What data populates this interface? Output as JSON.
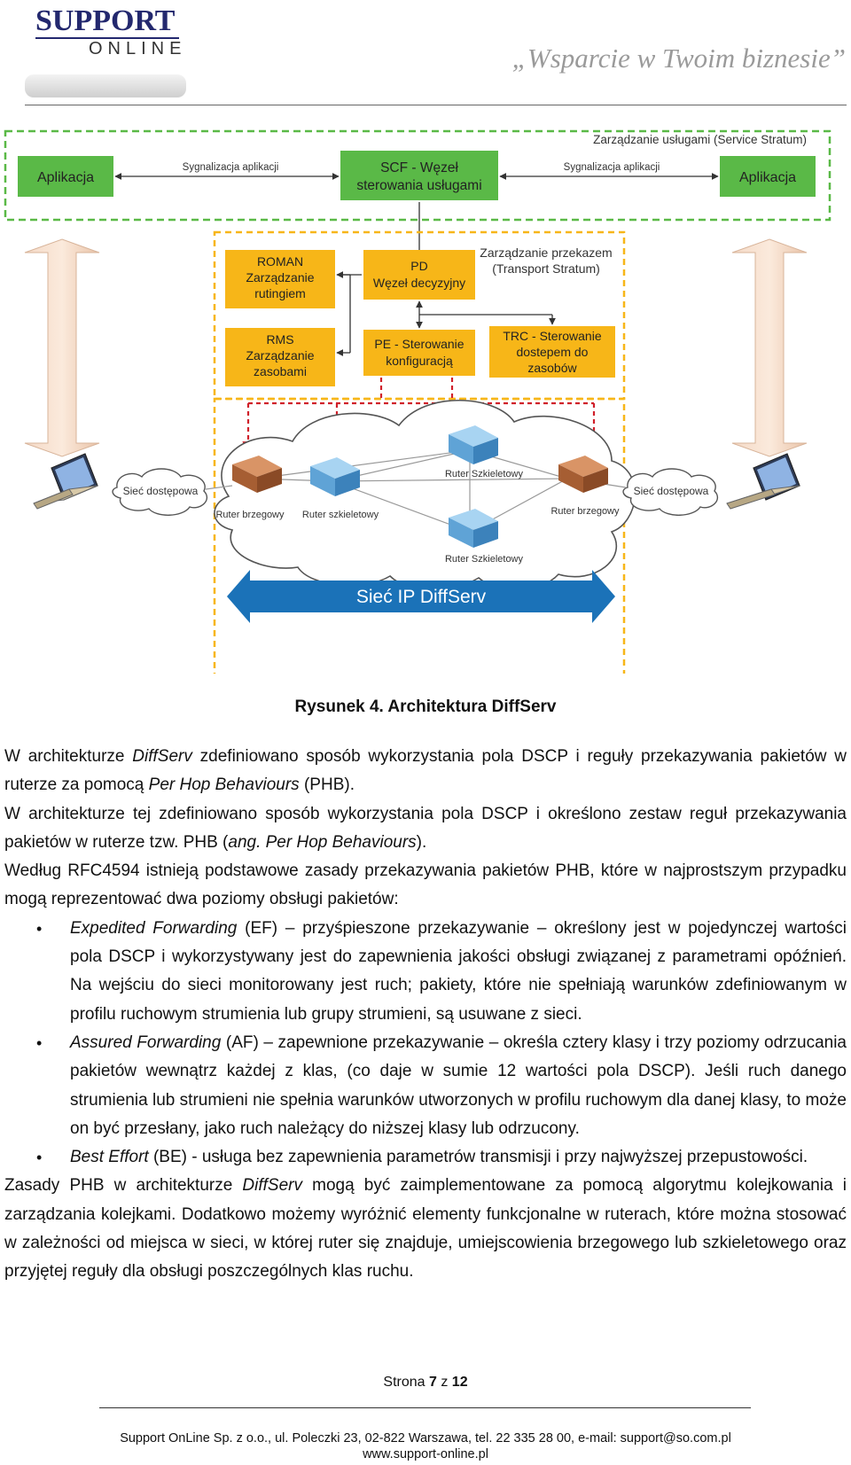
{
  "header": {
    "logo_word1": "SUPPORT",
    "logo_word2": "ONLINE",
    "slogan": "„Wsparcie w Twoim biznesie”"
  },
  "diagram": {
    "service_stratum": "Zarządzanie usługami (Service Stratum)",
    "app_left": "Aplikacja",
    "app_right": "Aplikacja",
    "signal_left": "Sygnalizacja aplikacji",
    "signal_right": "Sygnalizacja aplikacji",
    "scf_line1": "SCF - Węzeł",
    "scf_line2": "sterowania usługami",
    "transport_line1": "Zarządzanie przekazem",
    "transport_line2": "(Transport Stratum)",
    "roman_line1": "ROMAN",
    "roman_line2": "Zarządzanie",
    "roman_line3": "rutingiem",
    "pd_line1": "PD",
    "pd_line2": "Węzeł decyzyjny",
    "rms_line1": "RMS",
    "rms_line2": "Zarządzanie",
    "rms_line3": "zasobami",
    "pe_line1": "PE - Sterowanie",
    "pe_line2": "konfiguracją",
    "trc_line1": "TRC - Sterowanie",
    "trc_line2": "dostepem do",
    "trc_line3": "zasobów",
    "access_left": "Sieć dostępowa",
    "access_right": "Sieć dostępowa",
    "edge_left": "Ruter brzegowy",
    "edge_right": "Ruter brzegowy",
    "core_left": "Ruter szkieletowy",
    "core_top": "Ruter Szkieletowy",
    "core_bottom": "Ruter Szkieletowy",
    "network": "Sieć IP DiffServ"
  },
  "caption": "Rysunek 4. Architektura DiffServ",
  "body": {
    "p1_a": "W architekturze ",
    "p1_b": "DiffServ",
    "p1_c": " zdefiniowano sposób wykorzystania pola DSCP i reguły przekazywania pakietów w ruterze za pomocą ",
    "p1_d": "Per Hop Behaviours",
    "p1_e": " (PHB).",
    "p2_a": "W architekturze tej zdefiniowano sposób wykorzystania pola DSCP i określono zestaw reguł przekazywania pakietów w ruterze tzw. PHB (",
    "p2_b": "ang. Per Hop Behaviours",
    "p2_c": ").",
    "p3": "Według RFC4594 istnieją podstawowe zasady przekazywania pakietów PHB, które w najprostszym przypadku mogą reprezentować dwa poziomy obsługi pakietów:",
    "b1_a": "Expedited Forwarding",
    "b1_b": " (EF) – przyśpieszone przekazywanie – określony jest w pojedynczej wartości pola DSCP i wykorzystywany jest do zapewnienia jakości obsługi związanej z parametrami opóźnień. Na wejściu do sieci monitorowany jest ruch; pakiety, które nie spełniają warunków zdefiniowanym w profilu ruchowym strumienia lub grupy strumieni, są usuwane z sieci.",
    "b2_a": "Assured Forwarding",
    "b2_b": " (AF) – zapewnione przekazywanie – określa cztery klasy i trzy poziomy odrzucania pakietów wewnątrz każdej z klas, (co daje w sumie 12 wartości pola DSCP). Jeśli ruch danego strumienia lub strumieni nie spełnia warunków utworzonych w profilu ruchowym dla danej klasy, to może on być przesłany, jako ruch należący do niższej klasy lub odrzucony.",
    "b3_a": "Best Effort",
    "b3_b": " (BE) - usługa bez zapewnienia parametrów transmisji i przy najwyższej przepustowości.",
    "p4_a": "Zasady PHB w architekturze ",
    "p4_b": "DiffServ",
    "p4_c": " mogą być zaimplementowane za pomocą algorytmu kolejkowania i zarządzania kolejkami. Dodatkowo możemy wyróżnić elementy funkcjonalne w ruterach, które można stosować w zależności od miejsca w sieci, w której ruter się znajduje, umiejscowienia brzegowego lub szkieletowego oraz przyjętej reguły dla obsługi poszczególnych klas ruchu."
  },
  "footer": {
    "page_prefix": "Strona ",
    "page_num": "7",
    "page_mid": " z ",
    "page_total": "12",
    "address": "Support OnLine Sp. z o.o., ul. Poleczki 23, 02-822 Warszawa, tel. 22 335 28 00, e-mail: support@so.com.pl",
    "www": "www.support-online.pl"
  },
  "colors": {
    "green": "#5ab947",
    "yellow": "#f7b618",
    "blue_arrow": "#1b72b8",
    "red_dash": "#d0202a",
    "logo_blue": "#23286e"
  }
}
